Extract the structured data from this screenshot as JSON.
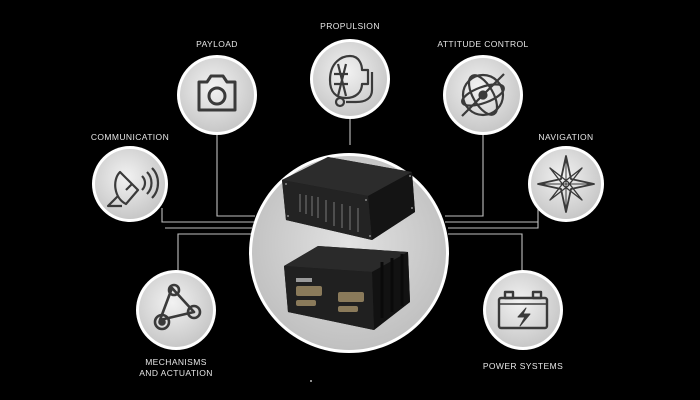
{
  "nodes": [
    {
      "id": "payload",
      "icon": "camera-icon",
      "lines": [
        "PAYLOAD"
      ]
    },
    {
      "id": "propulsion",
      "icon": "thruster-icon",
      "lines": [
        "PROPULSION"
      ]
    },
    {
      "id": "attitude-control",
      "icon": "gyroscope-icon",
      "lines": [
        "ATTITUDE CONTROL"
      ]
    },
    {
      "id": "communication",
      "icon": "satellite-dish-icon",
      "lines": [
        "COMMUNICATION"
      ]
    },
    {
      "id": "navigation",
      "icon": "compass-rose-icon",
      "lines": [
        "NAVIGATION"
      ]
    },
    {
      "id": "mechanisms-and-actuation",
      "icon": "belt-drive-icon",
      "lines": [
        "MECHANISMS",
        "AND ACTUATION"
      ]
    },
    {
      "id": "power-systems",
      "icon": "battery-icon",
      "lines": [
        "POWER SYSTEMS"
      ]
    }
  ],
  "center": {
    "icon": "avionics-unit-image"
  },
  "colors": {
    "background": "#000000",
    "circle_fill": "#d8d8d8",
    "circle_ring": "#ffffff",
    "line": "#bfbfbf",
    "icon": "#3a3a3a",
    "text": "#e6e6e6"
  }
}
